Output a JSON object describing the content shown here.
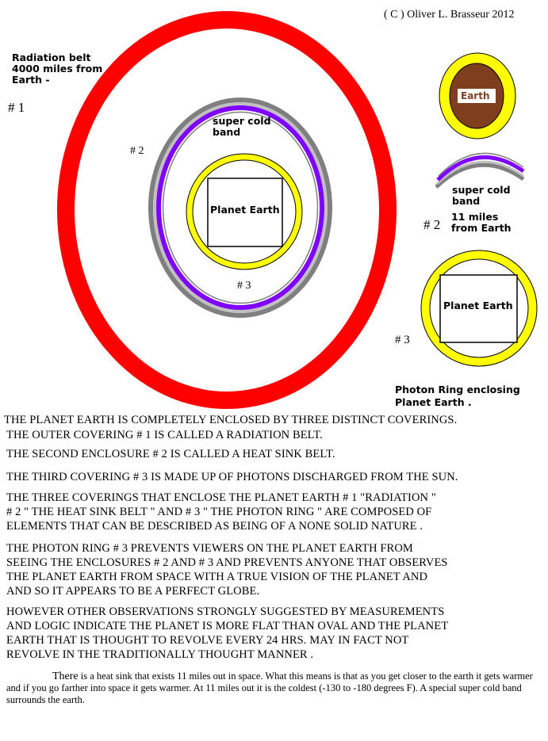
{
  "copyright": "( C ) Oliver L. Brasseur 2012",
  "labels": {
    "radiation_belt": [
      "Radiation belt",
      "4000 miles from",
      "Earth -"
    ],
    "num1": "#  1",
    "num2": "# 2",
    "num3": "# 3",
    "super_cold_band": [
      "super cold",
      "band"
    ],
    "planet_earth": "Planet Earth",
    "earth": "Earth",
    "side_num2": "# 2",
    "eleven_miles": [
      "11 miles",
      "from Earth"
    ],
    "side_num3": "# 3",
    "photon_ring": [
      "Photon Ring enclosing",
      "Planet Earth ."
    ]
  },
  "colors": {
    "radiation": "#ff0000",
    "photon": "#ffff00",
    "purple": "#7f00ff",
    "gray": "#7f7f7f",
    "silver": "#c0c0c0",
    "earth_brown": "#7f3f1f"
  },
  "paragraphs": [
    "THE PLANET EARTH IS COMPLETELY ENCLOSED BY THREE DISTINCT COVERINGS.",
    "THE OUTER COVERING # 1 IS CALLED A RADIATION BELT.",
    "THE SECOND ENCLOSURE # 2 IS CALLED A HEAT  SINK BELT.",
    "THE THIRD COVERING # 3 IS MADE UP OF PHOTONS DISCHARGED FROM THE SUN.",
    "THE THREE COVERINGS THAT ENCLOSE THE PLANET EARTH # 1 \"RADIATION \"",
    "# 2 \" THE HEAT SINK BELT \" AND # 3 \" THE PHOTON RING \" ARE COMPOSED OF",
    "ELEMENTS THAT CAN BE DESCRIBED AS BEING OF A NONE SOLID NATURE .",
    "THE PHOTON RING # 3 PREVENTS VIEWERS ON THE PLANET EARTH FROM",
    "SEEING THE ENCLOSURES # 2 AND # 3 AND PREVENTS ANYONE THAT OBSERVES",
    "THE PLANET EARTH FROM SPACE WITH A TRUE VISION OF THE PLANET AND",
    "AND SO IT APPEARS TO BE A PERFECT GLOBE.",
    "HOWEVER OTHER  OBSERVATIONS STRONGLY SUGGESTED BY MEASUREMENTS",
    "AND LOGIC INDICATE THE PLANET IS MORE FLAT THAN OVAL AND THE PLANET",
    "EARTH THAT IS THOUGHT TO REVOLVE EVERY 24 HRS. MAY IN FACT NOT",
    "REVOLVE IN THE TRADITIONALLY THOUGHT MANNER ."
  ],
  "footnote": {
    "lead": "There",
    "body": " is a heat sink that exists 11 miles out in space. What this means is that as you get closer to the earth it gets warmer and if you go farther into space it gets warmer. At 11 miles out it is the coldest (-130 to -180 degrees F). A special super cold band surrounds the earth."
  }
}
